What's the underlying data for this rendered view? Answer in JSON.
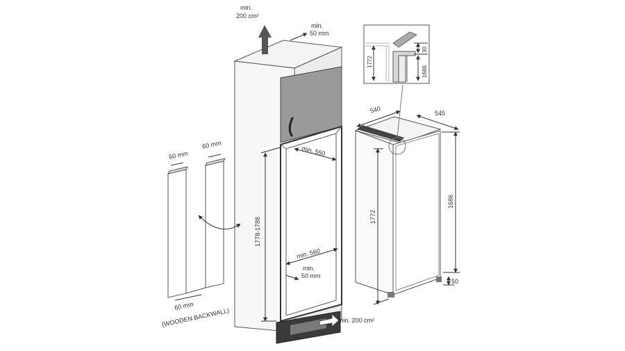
{
  "vent_top": {
    "line1": "min.",
    "line2": "200 cm²"
  },
  "gap_top": {
    "line1": "min.",
    "line2": "50 mm"
  },
  "niche_width_top": "min. 550",
  "niche_width_bottom": "min. 560",
  "gap_bottom": {
    "line1": "min.",
    "line2": "50 mm"
  },
  "niche_height": "1778-1788",
  "vent_bottom": "min. 200 cm²",
  "backwall": {
    "left_top": "60 mm",
    "right_top": "60 mm",
    "bottom": "60 mm",
    "caption": "(WOODEN BACKWALL)"
  },
  "appliance": {
    "width": "540",
    "depth": "545",
    "height_left": "1772",
    "height_right": "1686",
    "bottom_gap": "50"
  },
  "detail": {
    "dim_1772": "1772",
    "dim_30": "30",
    "dim_1686": "1686"
  }
}
